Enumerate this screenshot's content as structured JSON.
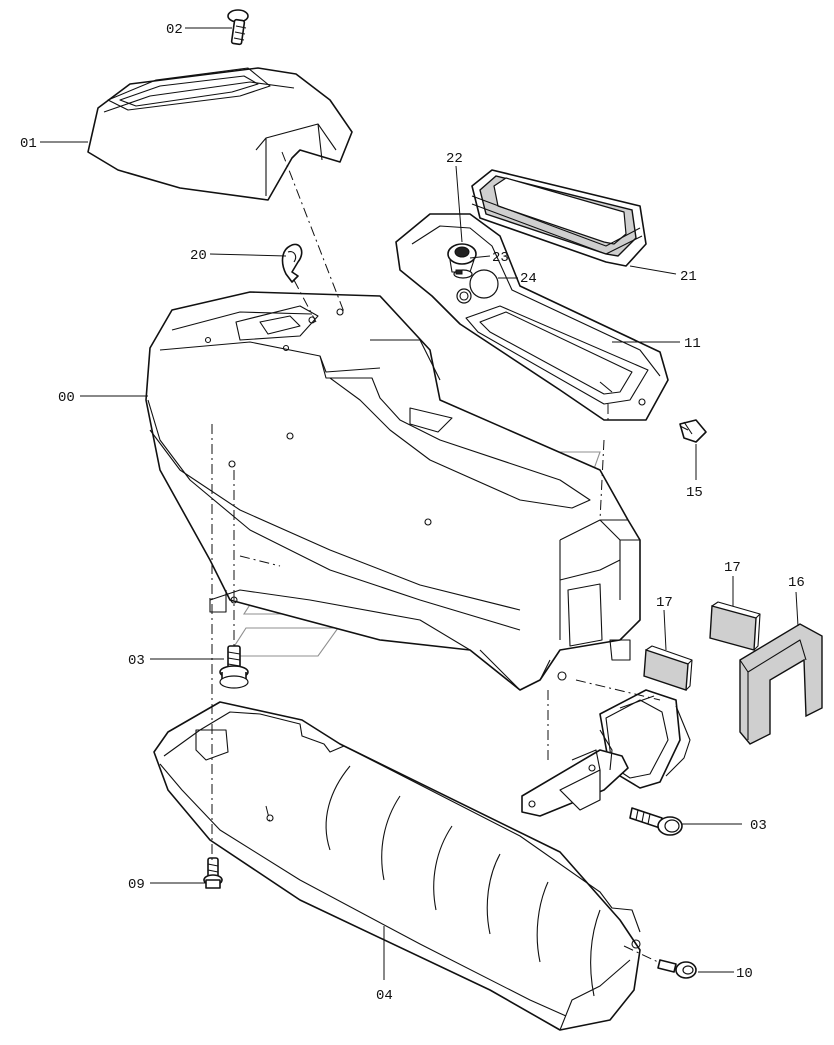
{
  "callouts": {
    "c00": "00",
    "c01": "01",
    "c02": "02",
    "c03a": "03",
    "c03b": "03",
    "c04": "04",
    "c09": "09",
    "c10": "10",
    "c11": "11",
    "c15": "15",
    "c16": "16",
    "c17a": "17",
    "c17b": "17",
    "c20": "20",
    "c21": "21",
    "c22": "22",
    "c23": "23",
    "c24": "24"
  }
}
